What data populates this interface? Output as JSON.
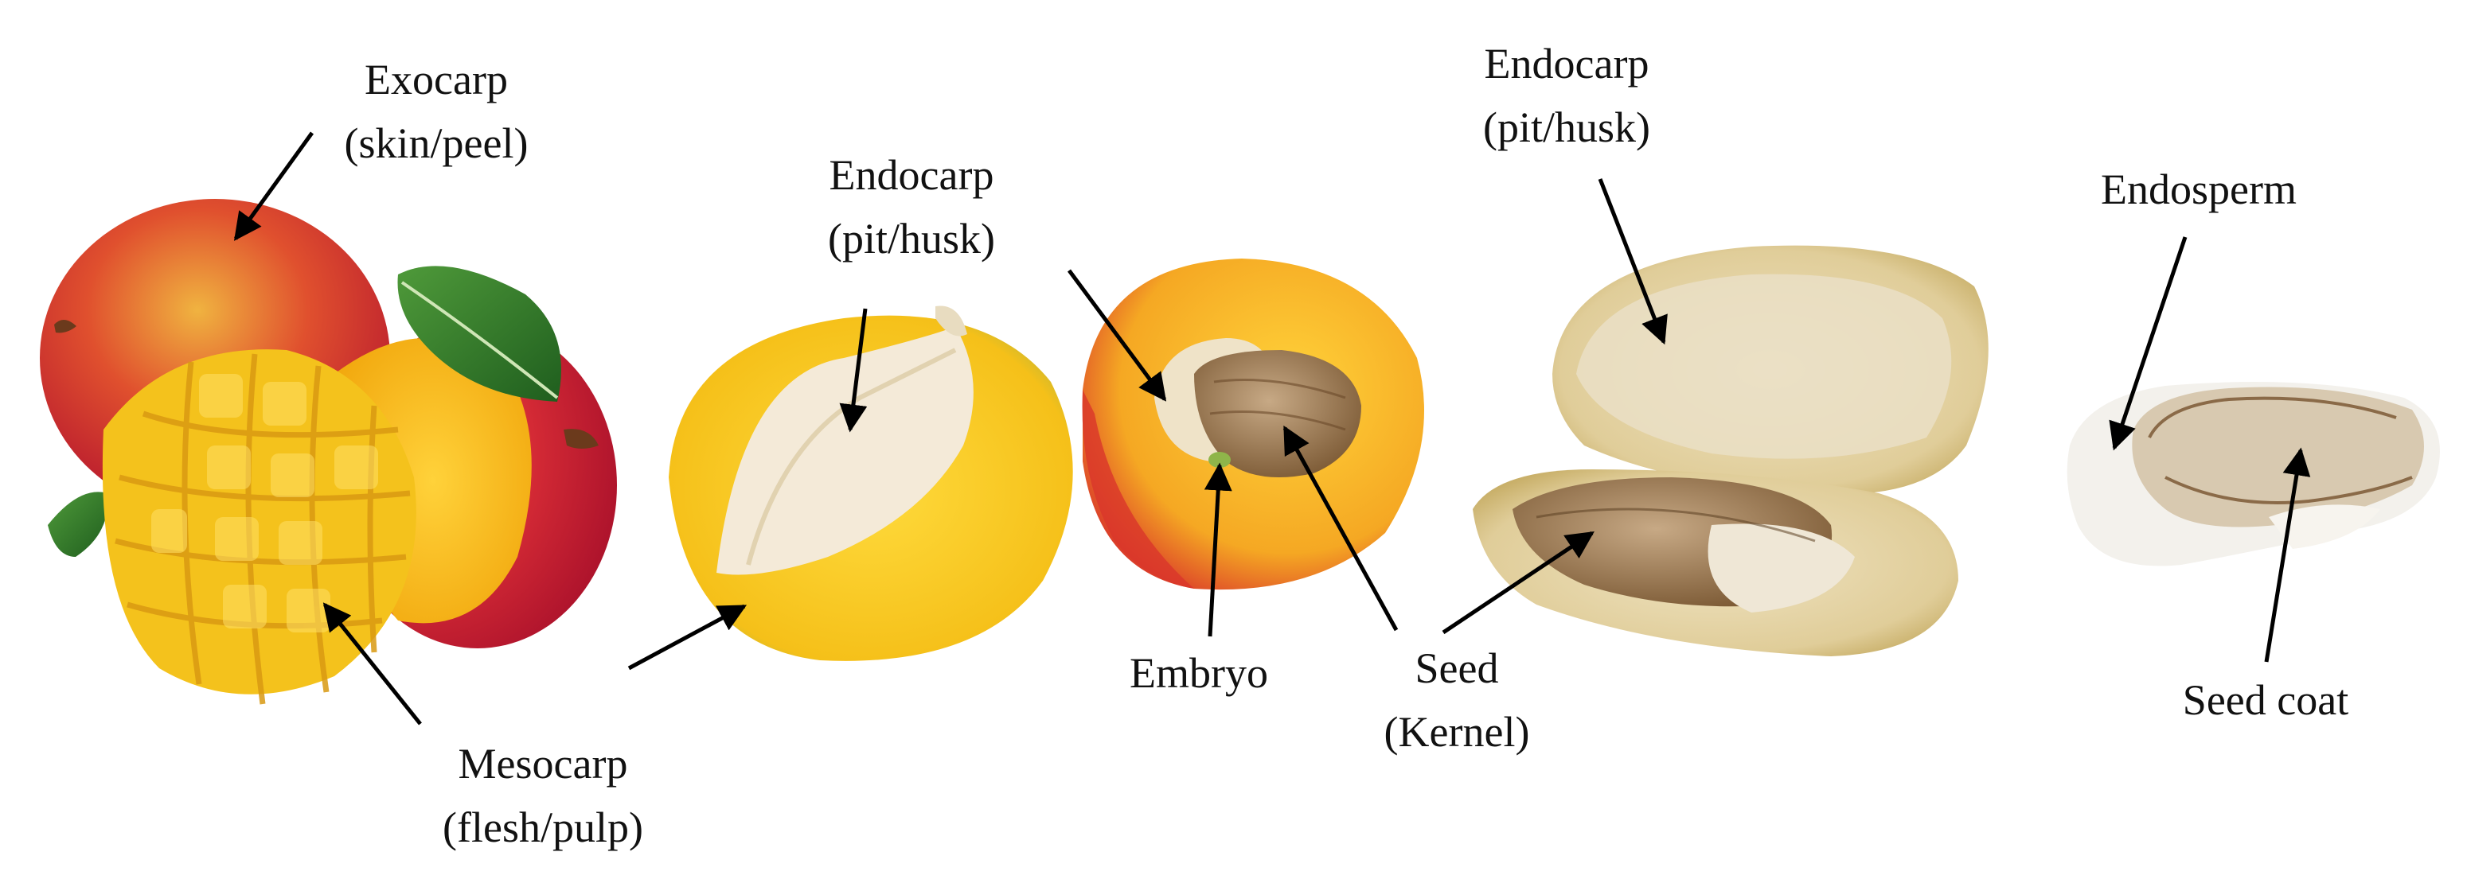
{
  "labels": {
    "exocarp": {
      "line1": "Exocarp",
      "line2": "(skin/peel)"
    },
    "endocarp_left": {
      "line1": "Endocarp",
      "line2": "(pit/husk)"
    },
    "endocarp_right": {
      "line1": "Endocarp",
      "line2": "(pit/husk)"
    },
    "endosperm": {
      "line1": "Endosperm"
    },
    "mesocarp": {
      "line1": "Mesocarp",
      "line2": "(flesh/pulp)"
    },
    "embryo": {
      "line1": "Embryo"
    },
    "seed": {
      "line1": "Seed",
      "line2": "(Kernel)"
    },
    "seed_coat": {
      "line1": "Seed coat"
    }
  },
  "colors": {
    "mango_red": "#c8203a",
    "mango_yellow": "#f4c21c",
    "leaf_green": "#2f7a2a",
    "husk_beige": "#e6d9b0",
    "kernel_brown": "#9c7a52",
    "arrow": "#000000"
  }
}
